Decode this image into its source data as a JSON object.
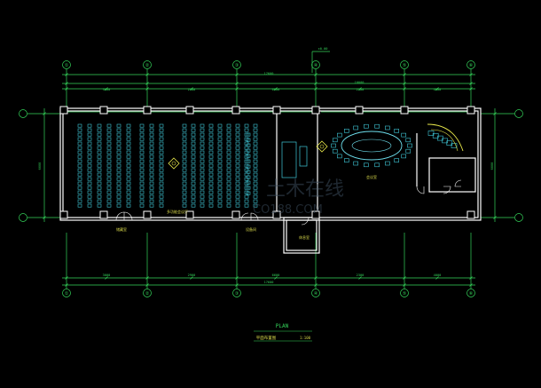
{
  "drawing": {
    "plan_title": "PLAN",
    "plan_subtitle": "平面布置图",
    "scale": "1:100"
  },
  "grid_axes": {
    "bubbles": [
      "①",
      "②",
      "③",
      "④",
      "⑤",
      "⑥"
    ]
  },
  "dimensions": {
    "top_total": "17600",
    "top_upper": "10000",
    "top_segments": [
      "3000",
      "2900",
      "6600",
      "2300",
      "4000"
    ],
    "bottom_total": "17600",
    "bottom_segments": [
      "3000",
      "2900",
      "6600",
      "2300",
      "4000"
    ],
    "left_total": "6000",
    "right_total": "6000",
    "marker": "±0.00"
  },
  "rooms": {
    "lecture_hall": "多功能会议厅",
    "meeting_room": "会议室",
    "storage": "储藏室",
    "equipment": "设备间",
    "side_room": "休息室"
  },
  "watermark": {
    "brand": "土木在线",
    "url": "CO188.COM"
  },
  "colors": {
    "wall": "#ffffff",
    "dimension": "#34d45a",
    "seat": "#3fc8d8",
    "table": "#6ee0ee",
    "accent": "#e8e84a",
    "label": "#d8d84a",
    "watermark": "#3a4a5a"
  }
}
